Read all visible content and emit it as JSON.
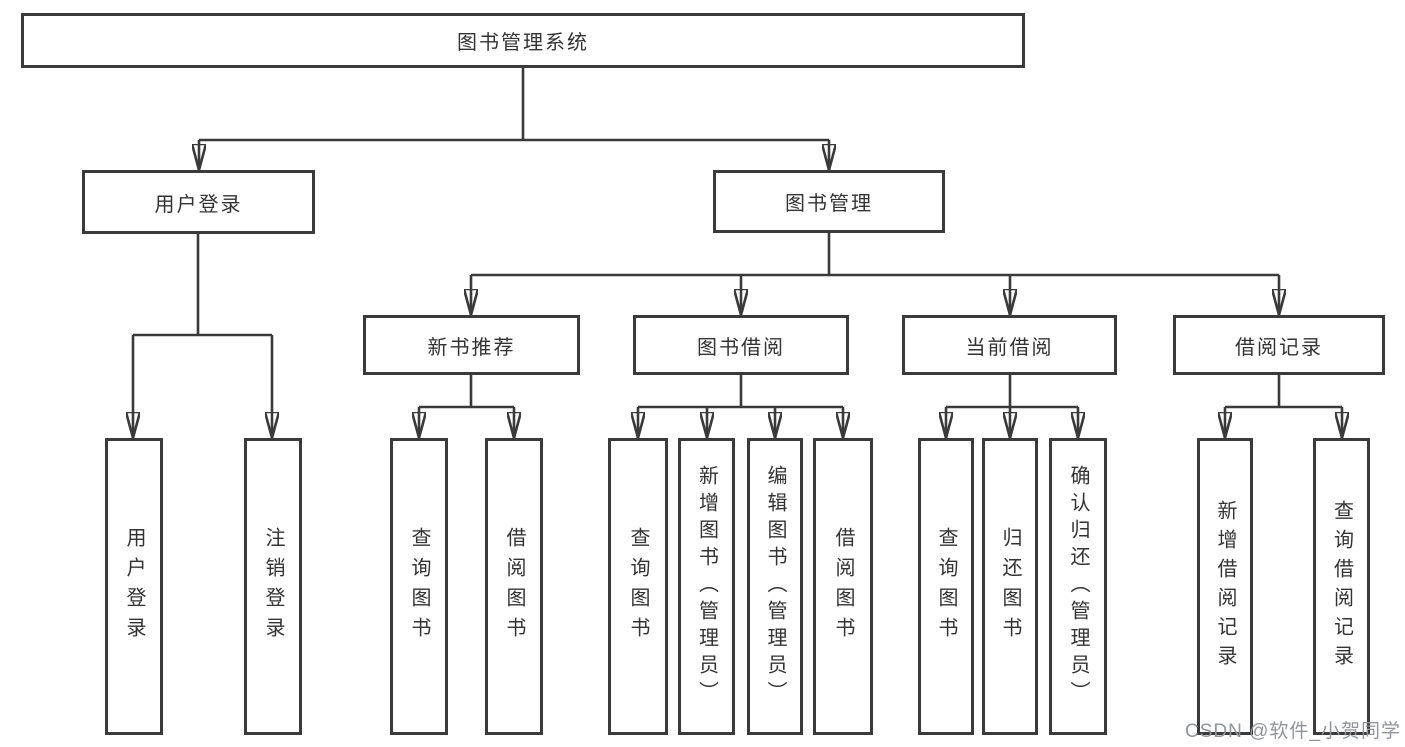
{
  "diagram": {
    "colors": {
      "line": "#3a3a3a",
      "text": "#333333",
      "watermark": "#8f959a",
      "background": "#ffffff"
    },
    "root": {
      "label": "图书管理系统"
    },
    "branches": [
      {
        "label": "用户登录",
        "children": [
          {
            "label": "用户登录"
          },
          {
            "label": "注销登录"
          }
        ]
      },
      {
        "label": "图书管理",
        "children": [
          {
            "label": "新书推荐",
            "children": [
              {
                "label": "查询图书"
              },
              {
                "label": "借阅图书"
              }
            ]
          },
          {
            "label": "图书借阅",
            "children": [
              {
                "label": "查询图书"
              },
              {
                "label": "新增图书（管理员）"
              },
              {
                "label": "编辑图书（管理员）"
              },
              {
                "label": "借阅图书"
              }
            ]
          },
          {
            "label": "当前借阅",
            "children": [
              {
                "label": "查询图书"
              },
              {
                "label": "归还图书"
              },
              {
                "label": "确认归还（管理员）"
              }
            ]
          },
          {
            "label": "借阅记录",
            "children": [
              {
                "label": "新增借阅记录"
              },
              {
                "label": "查询借阅记录"
              }
            ]
          }
        ]
      }
    ]
  },
  "watermark": {
    "text": "CSDN @软件_小贺同学"
  }
}
